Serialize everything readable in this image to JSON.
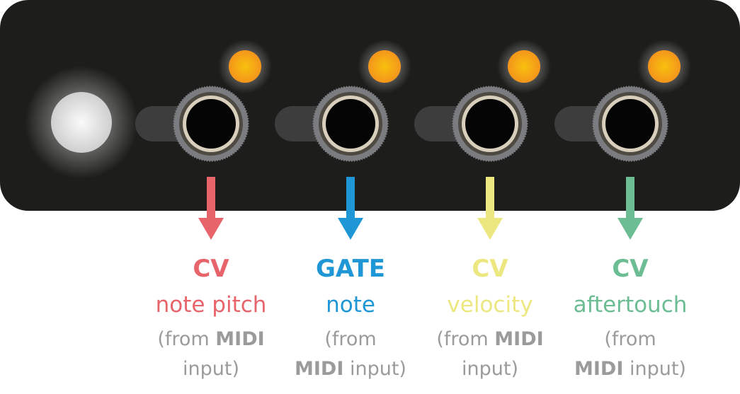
{
  "module": {
    "panel_color": "#1d1d1b",
    "power_led_color": "#e8e8e8",
    "indicator_led_color": "#f6a21b"
  },
  "outputs": [
    {
      "type": "CV",
      "description": "note pitch",
      "source_prefix": "(from",
      "source_bold": "MIDI",
      "source_suffix": "input)",
      "color": "#e8646b",
      "wrap": "after-bold"
    },
    {
      "type": "GATE",
      "description": "note",
      "source_prefix": "(from",
      "source_bold": "MIDI",
      "source_suffix": "input)",
      "color": "#1f96d6",
      "wrap": "after-prefix"
    },
    {
      "type": "CV",
      "description": "velocity",
      "source_prefix": "(from",
      "source_bold": "MIDI",
      "source_suffix": "input)",
      "color": "#ece77f",
      "wrap": "after-bold"
    },
    {
      "type": "CV",
      "description": "aftertouch",
      "source_prefix": "(from",
      "source_bold": "MIDI",
      "source_suffix": "input)",
      "color": "#6cbd94",
      "wrap": "after-prefix"
    }
  ]
}
